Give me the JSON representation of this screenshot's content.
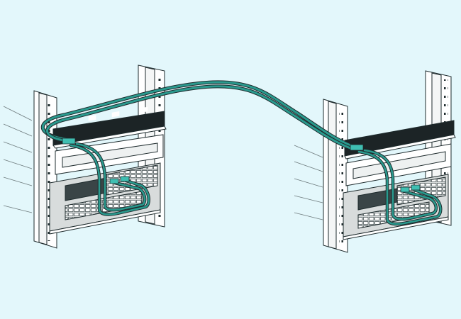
{
  "colors": {
    "background": "#e3f7fb",
    "line": "#1e2b2d",
    "rack_face": "#ffffff",
    "patch_panel": "#1c2426",
    "switch_body": "#d8dcdc",
    "cable": "#2a9a8e",
    "connector": "#3fbfb2"
  },
  "diagram": {
    "racks": [
      {
        "name": "left-rack",
        "devices": [
          "fiber-patch-panel",
          "cable-manager",
          "network-switch"
        ]
      },
      {
        "name": "right-rack",
        "devices": [
          "fiber-patch-panel",
          "cable-manager",
          "network-switch"
        ]
      }
    ],
    "trunk_cable": "patch-panel-to-patch-panel",
    "patch_cables": 2
  }
}
